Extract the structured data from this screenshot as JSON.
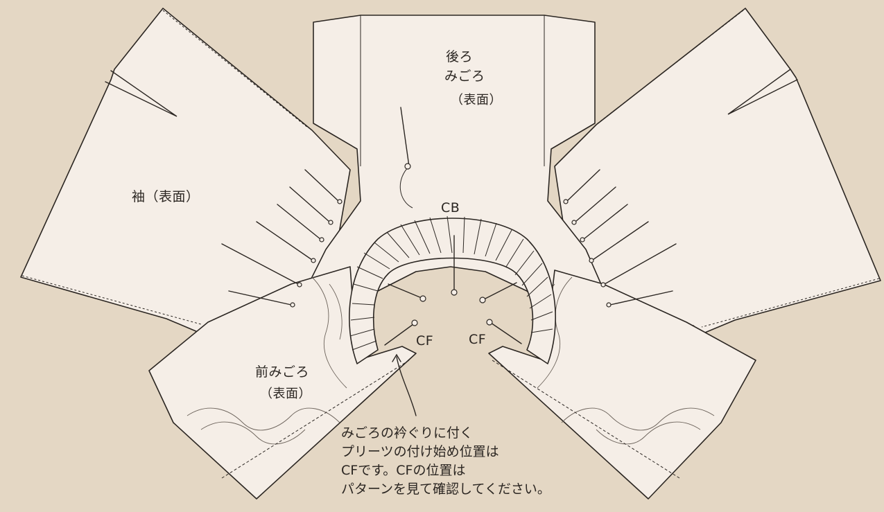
{
  "labels": {
    "back_bodice": [
      "後ろ",
      "みごろ",
      "（表面）"
    ],
    "sleeve": "袖（表面）",
    "front_bodice": [
      "前みごろ",
      "（表面）"
    ],
    "cb": "CB",
    "cf_left": "CF",
    "cf_right": "CF"
  },
  "note_lines": [
    "みごろの衿ぐりに付く",
    "プリーツの付け始め位置は",
    "CFです。CFの位置は",
    "パターンを見て確認してください。"
  ],
  "colors": {
    "background": "#e4d7c4",
    "paper": "#f5eee7",
    "ink": "#2b2622"
  }
}
